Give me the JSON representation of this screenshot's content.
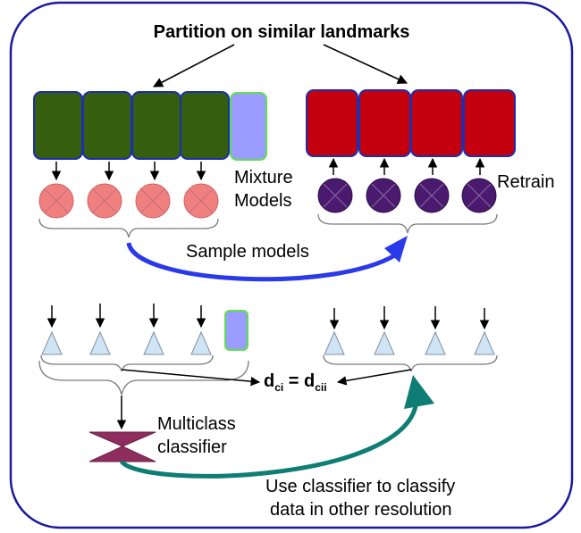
{
  "title": "Partition on similar landmarks",
  "labels": {
    "mixture_line1": "Mixture",
    "mixture_line2": "Models",
    "retrain": "Retrain",
    "sample_models": "Sample models",
    "multiclass_line1": "Multiclass",
    "multiclass_line2": "classifier",
    "use_line1": "Use classifier to classify",
    "use_line2": "data in other resolution"
  },
  "equation": {
    "left": "d",
    "left_sub": "ci",
    "equals": " = ",
    "right": "d",
    "right_sub": "cii"
  },
  "colors": {
    "frame": "#1a1aa0",
    "green_block": "#355e0e",
    "red_block": "#c4000e",
    "lavender_block": "#9b9cff",
    "pink_circle": "#f08080",
    "purple_circle": "#4a1a6e",
    "blue_arrow": "#2a3ae8",
    "teal_arrow": "#0e7d74",
    "classifier": "#8e2d5e",
    "triangle": "#cfe4f4"
  },
  "icons": {
    "left_circle": "crossed-circle-icon",
    "right_circle": "crossed-circle-icon",
    "triangle": "triangle-icon",
    "classifier": "hourglass-icon"
  }
}
